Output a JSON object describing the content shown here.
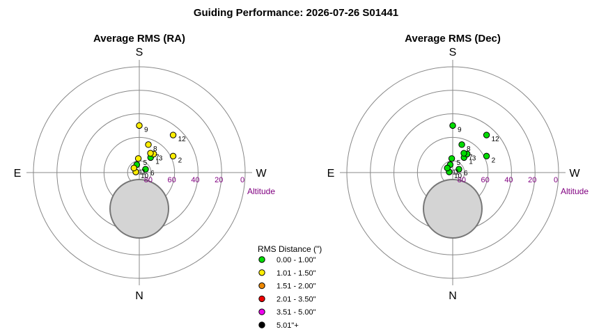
{
  "title": "Guiding Performance: 2026-07-26 S01441",
  "compass": {
    "south": "S",
    "north": "N",
    "east": "E",
    "west": "W"
  },
  "altitude": {
    "label": "Altitude",
    "ticks": [
      "80",
      "60",
      "40",
      "20",
      "0"
    ]
  },
  "legend": {
    "title": "RMS Distance (\")",
    "items": [
      {
        "label": "0.00 - 1.00\"",
        "color": "#00dd00"
      },
      {
        "label": "1.01 - 1.50\"",
        "color": "#ffee00"
      },
      {
        "label": "1.51 - 2.00\"",
        "color": "#ee8800"
      },
      {
        "label": "2.01 - 3.50\"",
        "color": "#ee0000"
      },
      {
        "label": "3.51 - 5.00\"",
        "color": "#ee00ee"
      },
      {
        "label": "5.01\"+",
        "color": "#000000"
      }
    ]
  },
  "chart_data": [
    {
      "type": "scatter",
      "title": "Average RMS (RA)",
      "coordinate_system": "polar-sky (altitude radial, azimuth angular)",
      "radial_axis": {
        "label": "Altitude",
        "range": [
          90,
          0
        ],
        "ticks": [
          80,
          60,
          40,
          20,
          0
        ]
      },
      "points": [
        {
          "label": "1",
          "azimuth": 217,
          "altitude": 74,
          "category": "0.00 - 1.00\""
        },
        {
          "label": "2",
          "azimuth": 244,
          "altitude": 58,
          "category": "1.01 - 1.50\""
        },
        {
          "label": "3",
          "azimuth": 218,
          "altitude": 70,
          "category": "1.01 - 1.50\""
        },
        {
          "label": "4",
          "azimuth": 162,
          "altitude": 83,
          "category": "0.00 - 1.00\""
        },
        {
          "label": "5",
          "azimuth": 176,
          "altitude": 78,
          "category": "1.01 - 1.50\""
        },
        {
          "label": "6",
          "azimuth": 242,
          "altitude": 84,
          "category": "0.00 - 1.00\""
        },
        {
          "label": "7",
          "azimuth": 210,
          "altitude": 71,
          "category": "1.01 - 1.50\""
        },
        {
          "label": "8",
          "azimuth": 198,
          "altitude": 65,
          "category": "1.01 - 1.50\""
        },
        {
          "label": "9",
          "azimuth": 180,
          "altitude": 50,
          "category": "1.01 - 1.50\""
        },
        {
          "label": "10",
          "azimuth": 100,
          "altitude": 87,
          "category": "1.01 - 1.50\""
        },
        {
          "label": "11",
          "azimuth": 130,
          "altitude": 84,
          "category": "1.01 - 1.50\""
        },
        {
          "label": "12",
          "azimuth": 222,
          "altitude": 47,
          "category": "1.01 - 1.50\""
        }
      ]
    },
    {
      "type": "scatter",
      "title": "Average RMS (Dec)",
      "coordinate_system": "polar-sky (altitude radial, azimuth angular)",
      "radial_axis": {
        "label": "Altitude",
        "range": [
          90,
          0
        ],
        "ticks": [
          80,
          60,
          40,
          20,
          0
        ]
      },
      "points": [
        {
          "label": "1",
          "azimuth": 217,
          "altitude": 74,
          "category": "0.00 - 1.00\""
        },
        {
          "label": "2",
          "azimuth": 244,
          "altitude": 58,
          "category": "0.00 - 1.00\""
        },
        {
          "label": "3",
          "azimuth": 218,
          "altitude": 70,
          "category": "0.00 - 1.00\""
        },
        {
          "label": "4",
          "azimuth": 162,
          "altitude": 83,
          "category": "0.00 - 1.00\""
        },
        {
          "label": "5",
          "azimuth": 176,
          "altitude": 78,
          "category": "0.00 - 1.00\""
        },
        {
          "label": "6",
          "azimuth": 242,
          "altitude": 84,
          "category": "0.00 - 1.00\""
        },
        {
          "label": "7",
          "azimuth": 210,
          "altitude": 71,
          "category": "0.00 - 1.00\""
        },
        {
          "label": "8",
          "azimuth": 198,
          "altitude": 65,
          "category": "0.00 - 1.00\""
        },
        {
          "label": "9",
          "azimuth": 180,
          "altitude": 50,
          "category": "0.00 - 1.00\""
        },
        {
          "label": "10",
          "azimuth": 100,
          "altitude": 87,
          "category": "0.00 - 1.00\""
        },
        {
          "label": "11",
          "azimuth": 130,
          "altitude": 84,
          "category": "0.00 - 1.00\""
        },
        {
          "label": "12",
          "azimuth": 222,
          "altitude": 47,
          "category": "0.00 - 1.00\""
        }
      ]
    }
  ]
}
